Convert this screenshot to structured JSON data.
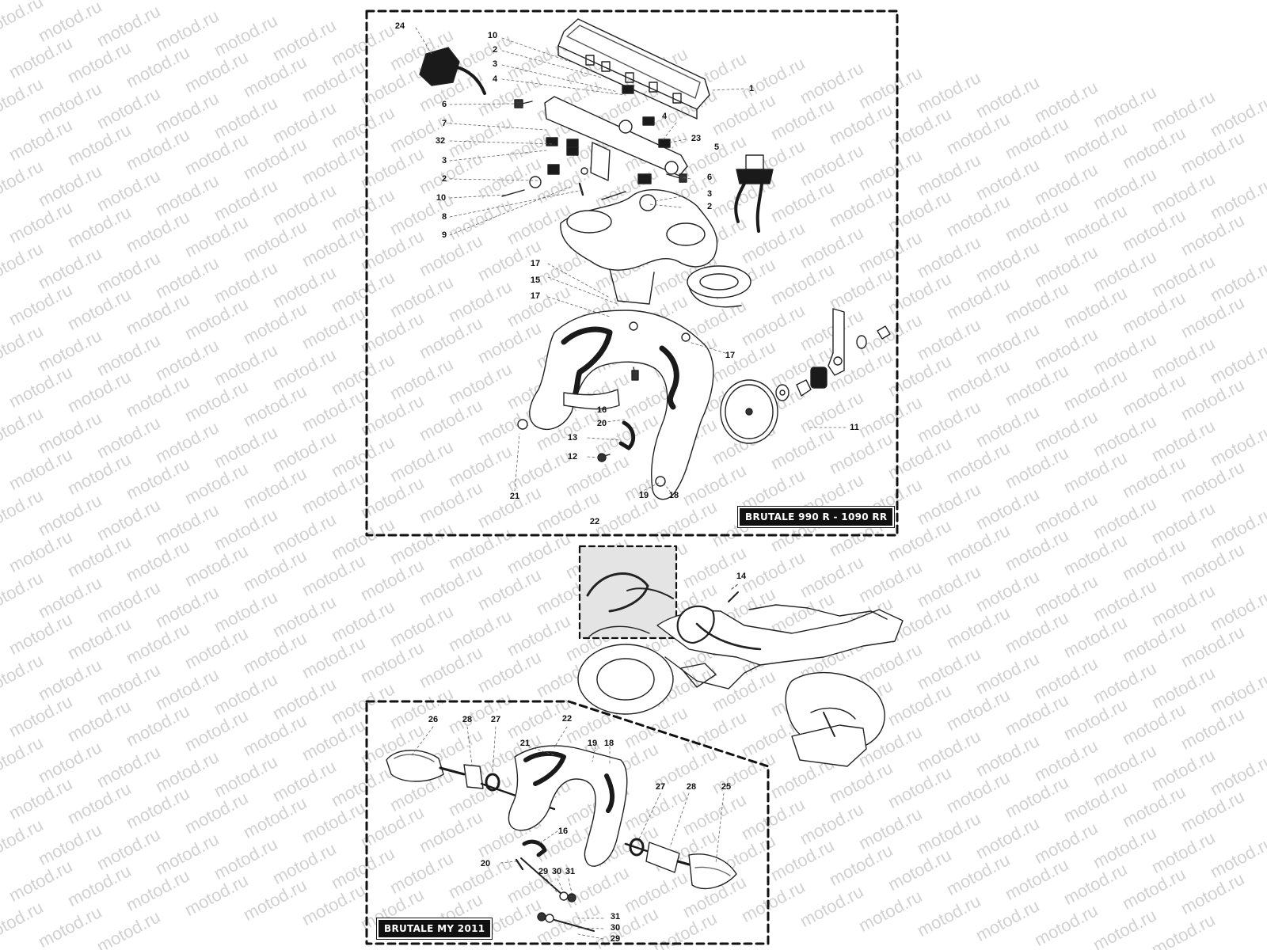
{
  "watermark": {
    "text": "motod.ru",
    "color": "#9a9a9a"
  },
  "panels": {
    "top": {
      "badge": "BRUTALE 990 R - 1090 RR"
    },
    "bottom": {
      "badge": "BRUTALE MY 2011"
    }
  },
  "callouts_top": [
    "24",
    "10",
    "2",
    "3",
    "4",
    "1",
    "6",
    "7",
    "4",
    "32",
    "23",
    "5",
    "3",
    "2",
    "6",
    "10",
    "3",
    "8",
    "2",
    "9",
    "17",
    "15",
    "17",
    "17",
    "16",
    "20",
    "13",
    "12",
    "11",
    "21",
    "19",
    "18",
    "22"
  ],
  "callouts_mid": [
    "14"
  ],
  "callouts_bottom": [
    "26",
    "28",
    "27",
    "22",
    "21",
    "19",
    "18",
    "27",
    "28",
    "25",
    "16",
    "20",
    "29",
    "30",
    "31",
    "31",
    "30",
    "29"
  ],
  "colors": {
    "line": "#222222",
    "dark_part": "#1a1a1a",
    "badge_bg": "#111111"
  }
}
